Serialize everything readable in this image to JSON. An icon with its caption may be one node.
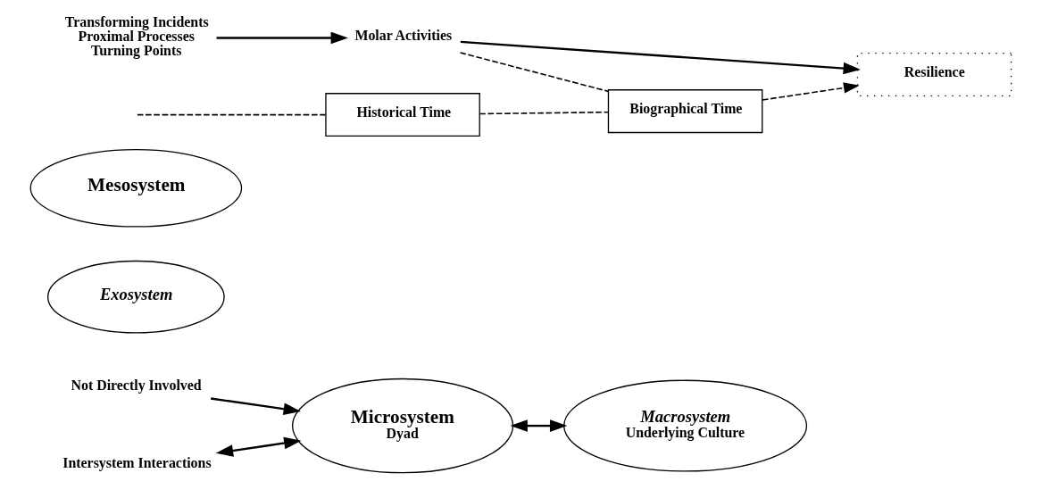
{
  "diagram": {
    "nodes": [
      {
        "text": [
          "Macrosystem",
          "Underlying Culture"
        ]
      },
      {
        "text": [
          "Exosystem"
        ]
      },
      {
        "text": [
          "Not Directly Involved"
        ]
      },
      {
        "text": [
          "Mesosystem"
        ]
      },
      {
        "text": [
          "Intersystem Interactions"
        ]
      },
      {
        "text": [
          "Microsystem",
          "Dyad"
        ]
      },
      {
        "text": [
          "Transforming Incidents",
          "Proximal Processes",
          "Turning Points"
        ]
      },
      {
        "text": [
          "Molar Activities"
        ]
      },
      {
        "text": [
          "Resilience"
        ]
      },
      {
        "text": [
          "Historical Time"
        ]
      },
      {
        "text": [
          "Biographical Time"
        ]
      }
    ],
    "edges": [
      {
        "from": null,
        "to": 9,
        "arrow": "none",
        "style": "dashed"
      },
      {
        "from": 9,
        "to": 10,
        "arrow": "none",
        "style": "dashed"
      },
      {
        "from": 2,
        "to": 5,
        "arrow": "to"
      },
      {
        "from": 4,
        "to": 5,
        "arrow": "both"
      },
      {
        "from": 5,
        "to": 0,
        "arrow": "both"
      },
      {
        "from": 6,
        "to": 7,
        "arrow": "to"
      },
      {
        "from": 7,
        "to": 8,
        "arrow": "to"
      },
      {
        "from": 7,
        "to": 10,
        "arrow": "none",
        "style": "dashed"
      },
      {
        "from": 10,
        "to": 8,
        "arrow": "to",
        "style": "dashed"
      }
    ]
  }
}
